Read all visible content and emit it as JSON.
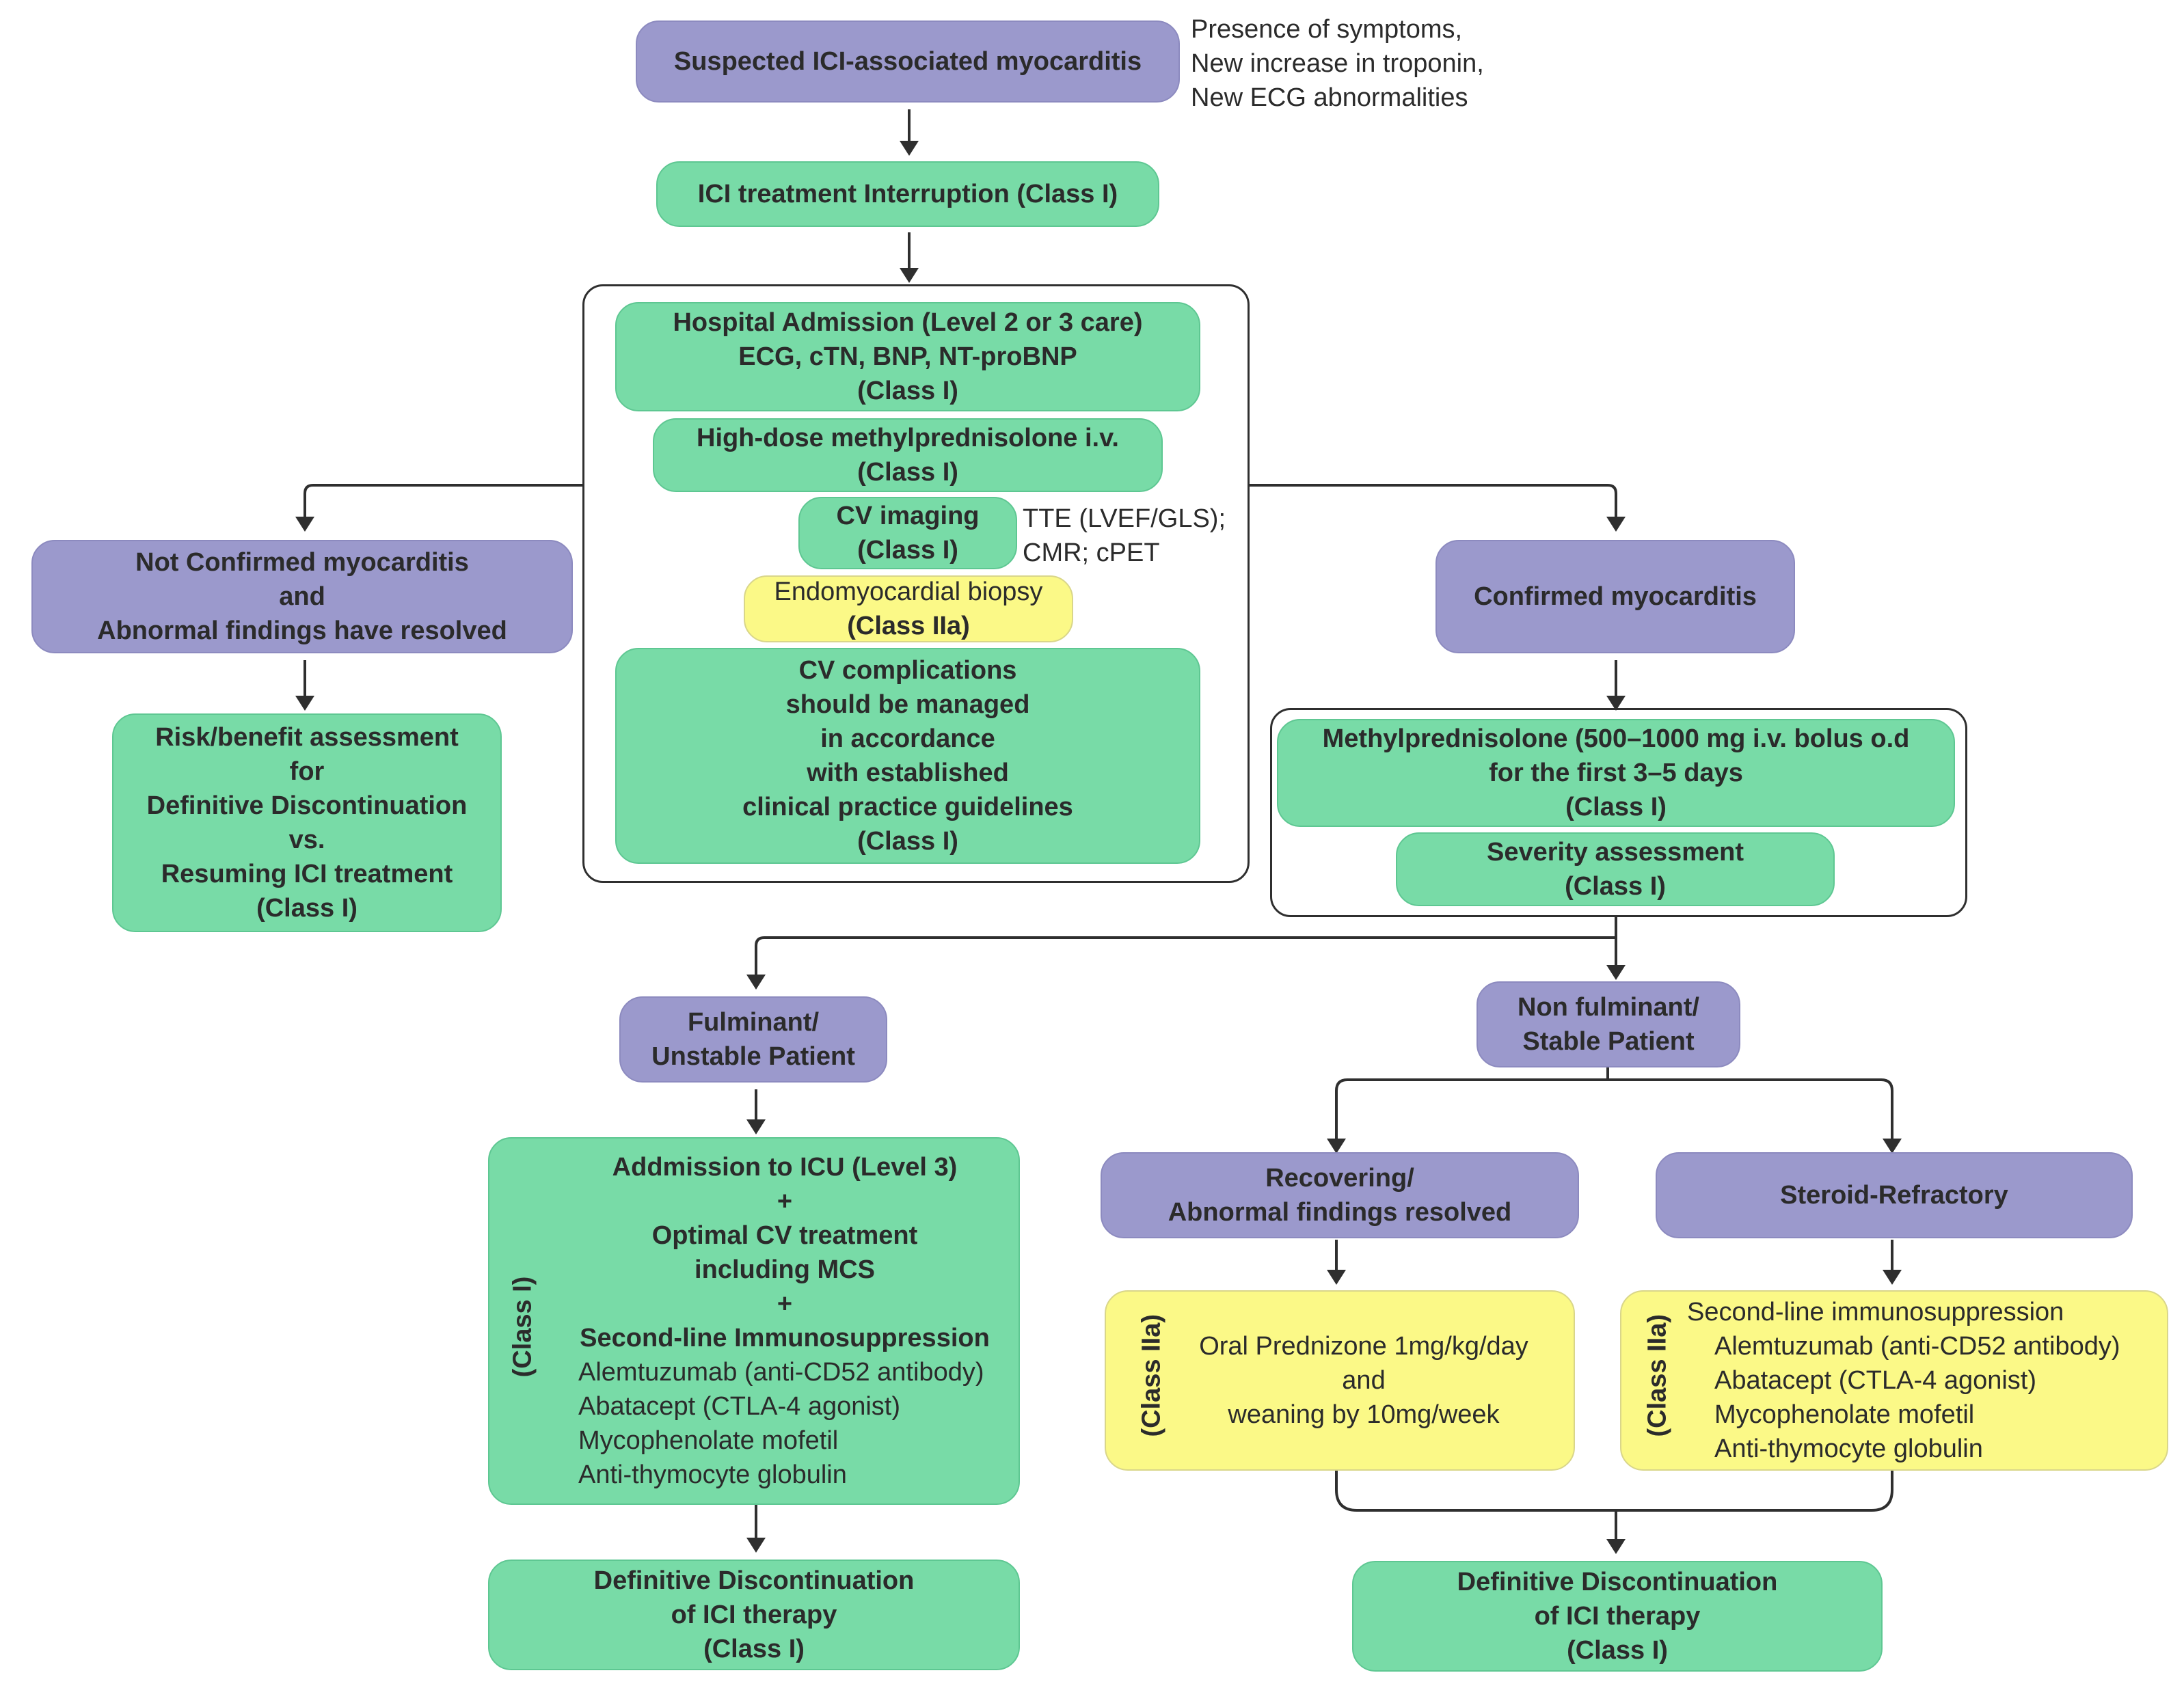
{
  "nodes": {
    "suspected": [
      "Suspected ICI-associated myocarditis"
    ],
    "suspected_note": [
      "Presence of symptoms,",
      "New increase in troponin,",
      "New ECG abnormalities"
    ],
    "interruption": [
      "ICI treatment Interruption (Class I)"
    ],
    "hospital": [
      "Hospital Admission (Level 2 or 3 care)",
      "ECG, cTN, BNP, NT-proBNP",
      "(Class I)"
    ],
    "methyl_high": [
      "High-dose methylprednisolone i.v.",
      "(Class I)"
    ],
    "cv_imaging": [
      "CV imaging",
      "(Class I)"
    ],
    "cv_imaging_note": [
      "TTE (LVEF/GLS);",
      "CMR; cPET"
    ],
    "biopsy": [
      "Endomyocardial biopsy",
      "(Class IIa)"
    ],
    "complications": [
      "CV complications",
      "should be managed",
      "in accordance",
      "with established",
      "clinical practice guidelines",
      "(Class I)"
    ],
    "not_confirmed": [
      "Not Confirmed myocarditis",
      "and",
      "Abnormal findings have resolved"
    ],
    "risk_benefit": [
      "Risk/benefit assessment",
      "for",
      "Definitive Discontinuation",
      "vs.",
      "Resuming ICI treatment",
      "(Class I)"
    ],
    "confirmed": [
      "Confirmed myocarditis"
    ],
    "methyl_bolus": [
      "Methylprednisolone (500–1000 mg i.v. bolus o.d",
      "for the first 3–5 days",
      "(Class I)"
    ],
    "severity": [
      "Severity assessment",
      "(Class I)"
    ],
    "fulminant": [
      "Fulminant/",
      "Unstable Patient"
    ],
    "non_fulminant": [
      "Non fulminant/",
      "Stable Patient"
    ],
    "icu_bold": [
      "Addmission to ICU (Level 3)",
      "+",
      "Optimal CV treatment",
      "including MCS",
      "+",
      "Second-line Immunosuppression"
    ],
    "icu_list": [
      "Alemtuzumab (anti-CD52 antibody)",
      "Abatacept (CTLA-4 agonist)",
      "Mycophenolate mofetil",
      "Anti-thymocyte globulin"
    ],
    "icu_class": "(Class I)",
    "recovering": [
      "Recovering/",
      "Abnormal findings resolved"
    ],
    "steroid": [
      "Steroid-Refractory"
    ],
    "prednizone": [
      "Oral Prednizone 1mg/kg/day",
      "and",
      "weaning by 10mg/week"
    ],
    "prednizone_class": "(Class IIa)",
    "second_line_title": "Second-line immunosuppression",
    "second_line_list": [
      "Alemtuzumab (anti-CD52 antibody)",
      "Abatacept (CTLA-4 agonist)",
      "Mycophenolate mofetil",
      "Anti-thymocyte globulin"
    ],
    "second_line_class": "(Class IIa)",
    "discontinue_left": [
      "Definitive Discontinuation",
      "of ICI therapy",
      "(Class I)"
    ],
    "discontinue_right": [
      "Definitive Discontinuation",
      "of ICI therapy",
      "(Class I)"
    ]
  },
  "colors": {
    "purple": "#9b99cc",
    "green": "#78dba7",
    "yellow": "#fbf987",
    "line": "#2f2f2f"
  }
}
